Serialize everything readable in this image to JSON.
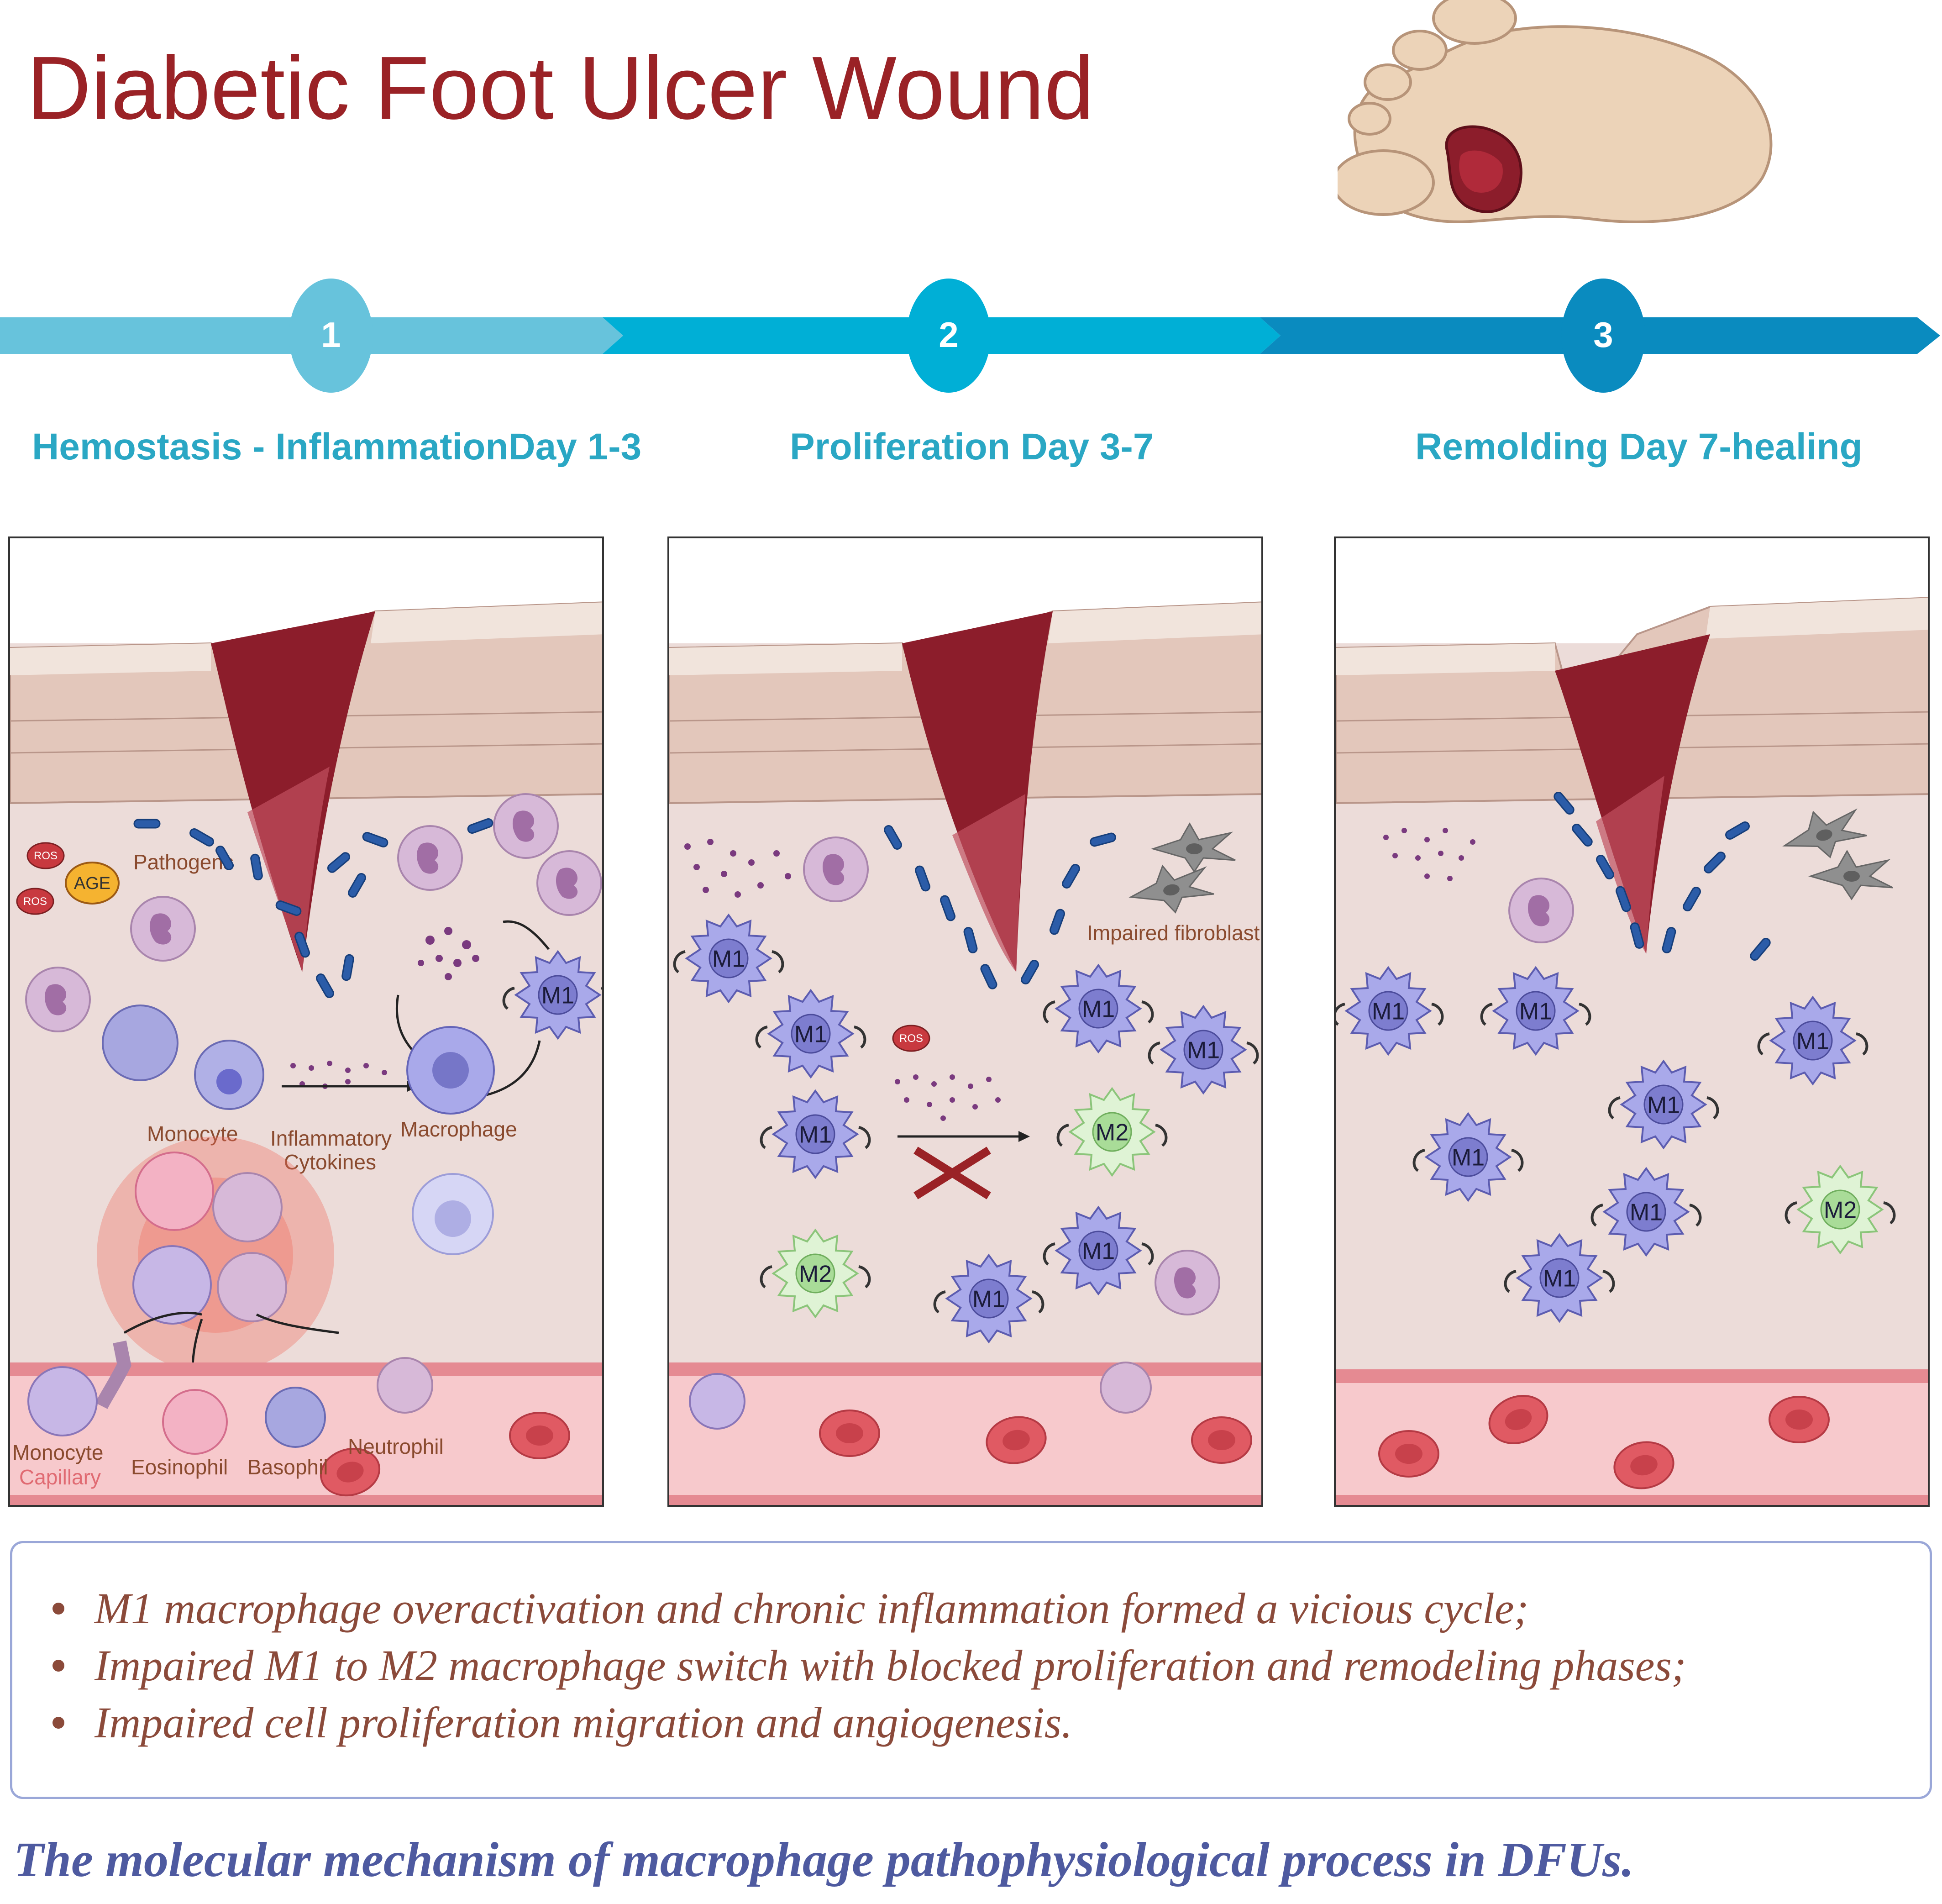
{
  "title": "Diabetic Foot Ulcer Wound",
  "phases": [
    {
      "number": "1",
      "label": "Hemostasis - InflammationDay 1-3"
    },
    {
      "number": "2",
      "label": "Proliferation Day 3-7"
    },
    {
      "number": "3",
      "label": "Remolding Day 7-healing"
    }
  ],
  "panel1": {
    "pathogens": "Pathogens",
    "ros": "ROS",
    "age": "AGE",
    "monocyte": "Monocyte",
    "cytokines_line1": "Inflammatory",
    "cytokines_line2": "Cytokines",
    "macrophage": "Macrophage",
    "m1": "M1",
    "monocyte_vessel": "Monocyte",
    "capillary": "Capillary",
    "eosinophil": "Eosinophil",
    "basophil": "Basophil",
    "neutrophil": "Neutrophil"
  },
  "panel2": {
    "impaired_fibroblast": "Impaired fibroblast",
    "ros": "ROS",
    "m1": "M1",
    "m2": "M2"
  },
  "panel3": {
    "m1": "M1",
    "m2": "M2"
  },
  "summary": [
    "M1 macrophage overactivation and chronic inflammation formed a vicious cycle;",
    "Impaired M1 to M2 macrophage switch with blocked proliferation and remodeling phases;",
    "Impaired cell proliferation migration and angiogenesis."
  ],
  "caption": "The molecular mechanism of macrophage pathophysiological process in DFUs.",
  "colors": {
    "title": "#9a2226",
    "phase1": "#67c3dc",
    "phase2": "#00afd6",
    "phase3": "#0a8bbf",
    "m1_cell": "#a9a9ea",
    "m2_cell": "#d9f2cf",
    "wound": "#8c1d2b"
  }
}
